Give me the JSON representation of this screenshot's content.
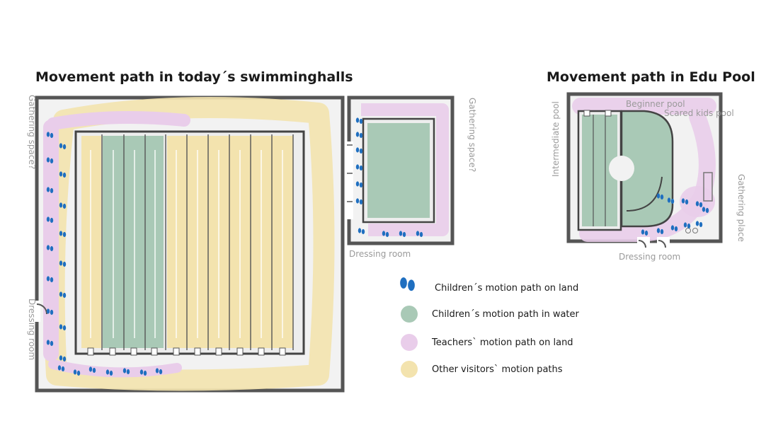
{
  "titles": {
    "left": "Movement path in today´s swimminghalls",
    "right": "Movement path in Edu Pool"
  },
  "labels": {
    "gathering_space_left": "Gathering space?",
    "gathering_space_mid": "Gathering space?",
    "dressing_room_left": "Dressing room",
    "dressing_room_mid": "Dressing room",
    "beginner_pool": "Beginner pool",
    "scared_kids_pool": "Scared kids pool",
    "intermediate_pool": "Intermediate pool",
    "gathering_place": "Gathering place",
    "dressing_room_right": "Dressing room"
  },
  "legend": [
    {
      "label": "Children´s motion path on land",
      "icon": "footprints-icon",
      "color": "#1f6fc0"
    },
    {
      "label": "Children´s motion path in water",
      "icon": "circle",
      "color": "#a9c9b6"
    },
    {
      "label": "Teachers` motion path on land",
      "icon": "circle",
      "color": "#e9cdea"
    },
    {
      "label": "Other visitors` motion paths",
      "icon": "circle",
      "color": "#f3e3ae"
    }
  ],
  "colors": {
    "children_land": "#1f6fc0",
    "children_water": "#a9c9b6",
    "teachers": "#e9cdea",
    "visitors": "#f3e3ae",
    "wall": "#555555",
    "floor": "#f2f2f2"
  }
}
